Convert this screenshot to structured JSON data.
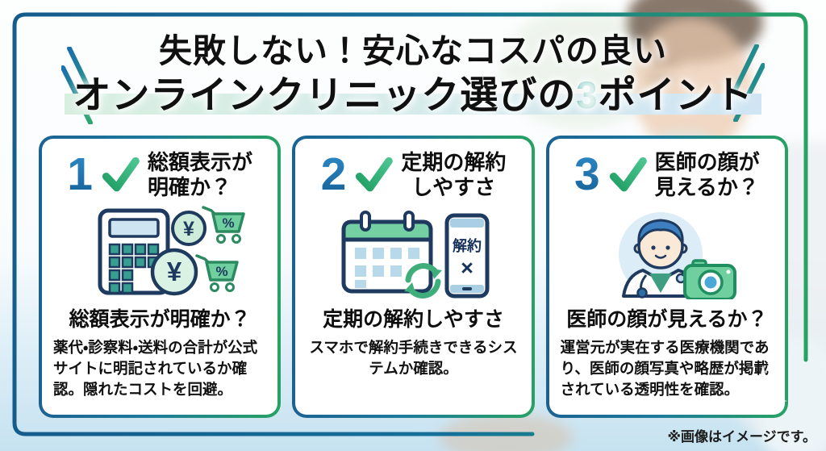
{
  "title": {
    "line1": "失敗しない！安心なコスパの良い",
    "line2_before": "オンラインクリニック選びの",
    "line2_number": "3",
    "line2_after": "ポイント"
  },
  "cards": [
    {
      "number": "1",
      "heading_line1": "総額表示が",
      "heading_line2": "明確か？",
      "icons": [
        "calculator-icon",
        "yen-circle-icon",
        "cart-percent-icon"
      ],
      "subheading": "総額表示が明確か？",
      "body": "薬代・診察料・送料の合計が公式サイトに明記されているか確認。隠れたコストを回避。"
    },
    {
      "number": "2",
      "heading_line1": "定期の解約",
      "heading_line2": "しやすさ",
      "icons": [
        "calendar-icon",
        "refresh-arrows-icon",
        "smartphone-icon"
      ],
      "phone_label": "解約",
      "phone_x": "×",
      "subheading": "定期の解約しやすさ",
      "body": "スマホで解約手続きできるシステムか確認。"
    },
    {
      "number": "3",
      "heading_line1": "医師の顔が",
      "heading_line2": "見えるか？",
      "icons": [
        "doctor-icon",
        "camera-icon"
      ],
      "subheading": "医師の顔が見えるか？",
      "body": "運営元が実在する医療機関であり、医師の顔写真や略歴が掲載されている透明性を確認。"
    }
  ],
  "footer": {
    "note": "※画像はイメージです。"
  },
  "palette": {
    "frame_navy": "#16608F",
    "frame_green": "#27A263",
    "number_blue": "#1E74B5",
    "check_green": "#2FAE74",
    "title_number_teal": "#2E9FA0",
    "highlight_green": "#D8EFE0",
    "highlight_blue": "#CFE5F4",
    "background_blue": "#C6E2F0",
    "icon_navy": "#1E3A5F",
    "icon_mint": "#6FCF9F"
  }
}
